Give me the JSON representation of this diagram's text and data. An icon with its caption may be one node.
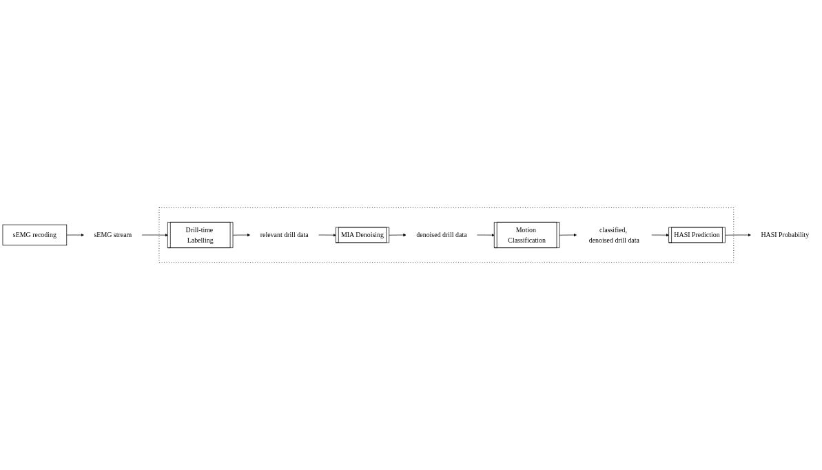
{
  "diagram": {
    "nodes": [
      {
        "text": [
          "sEMG recoding"
        ]
      },
      {
        "text": [
          "sEMG stream"
        ]
      },
      {
        "text": [],
        "shape": "box"
      },
      {
        "text": [
          "Drill-time Labelling"
        ],
        "in": 2
      },
      {
        "text": [
          "relevant drill data"
        ],
        "in": 2
      },
      {
        "text": [
          "MIA Denoising"
        ],
        "in": 2
      },
      {
        "text": [
          "denoised drill data"
        ],
        "in": 2
      },
      {
        "text": [
          "Motion Classification"
        ],
        "in": 2
      },
      {
        "text": [
          "classified, denoised drill data"
        ],
        "in": 2
      },
      {
        "text": [
          "HASI Prediction"
        ],
        "in": 2
      },
      {
        "text": [
          "HASI Probability"
        ]
      }
    ],
    "edges": [
      {
        "from": 0,
        "to": 1,
        "arrow": "to"
      },
      {
        "from": 1,
        "to": 3,
        "arrow": "to"
      },
      {
        "from": 3,
        "to": 4,
        "arrow": "to"
      },
      {
        "from": 4,
        "to": 5,
        "arrow": "to"
      },
      {
        "from": 5,
        "to": 6,
        "arrow": "to"
      },
      {
        "from": 6,
        "to": 7,
        "arrow": "to"
      },
      {
        "from": 7,
        "to": 8,
        "arrow": "to"
      },
      {
        "from": 8,
        "to": 9,
        "arrow": "to"
      },
      {
        "from": 9,
        "to": 10,
        "arrow": "to"
      }
    ]
  }
}
